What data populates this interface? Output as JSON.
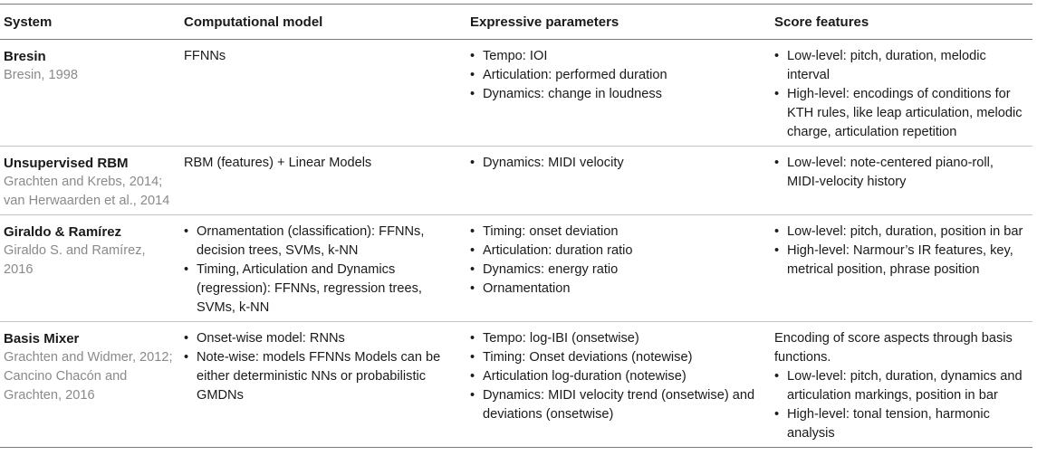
{
  "headers": [
    "System",
    "Computational model",
    "Expressive parameters",
    "Score features"
  ],
  "rows": [
    {
      "system": "Bresin",
      "ref": "Bresin, 1998",
      "model_text": "FFNNs",
      "params": [
        "Tempo: IOI",
        "Articulation: performed duration",
        "Dynamics: change in loudness"
      ],
      "features": [
        "Low-level: pitch, duration, melodic interval",
        "High-level: encodings of conditions for KTH rules, like leap articulation, melodic charge, articulation repetition"
      ]
    },
    {
      "system": "Unsupervised RBM",
      "ref": "Grachten and Krebs, 2014; van Herwaarden et al., 2014",
      "model_text": "RBM (features) + Linear Models",
      "params": [
        "Dynamics: MIDI velocity"
      ],
      "features": [
        "Low-level: note-centered piano-roll, MIDI-velocity history"
      ]
    },
    {
      "system": "Giraldo & Ramírez",
      "ref": "Giraldo S. and Ramírez, 2016",
      "model_list": [
        "Ornamentation (classification): FFNNs, decision trees, SVMs, k-NN",
        "Timing, Articulation and Dynamics (regression): FFNNs, regression trees, SVMs, k-NN"
      ],
      "params": [
        "Timing: onset deviation",
        "Articulation: duration ratio",
        "Dynamics: energy ratio",
        "Ornamentation"
      ],
      "features": [
        "Low-level: pitch, duration, position in bar",
        "High-level: Narmour’s IR features, key, metrical position, phrase position"
      ]
    },
    {
      "system": "Basis Mixer",
      "ref": "Grachten and Widmer, 2012; Cancino Chacón and Grachten, 2016",
      "model_list": [
        "Onset-wise model: RNNs",
        "Note-wise: models FFNNs Models can be either deterministic NNs or probabilistic GMDNs"
      ],
      "params": [
        "Tempo: log-IBI (onsetwise)",
        "Timing: Onset deviations (notewise)",
        "Articulation log-duration (notewise)",
        "Dynamics: MIDI velocity trend (onsetwise) and deviations (onsetwise)"
      ],
      "features_intro": "Encoding of score aspects through basis functions.",
      "features": [
        "Low-level: pitch, duration, dynamics and articulation markings, position in bar",
        "High-level: tonal tension, harmonic analysis"
      ]
    }
  ]
}
